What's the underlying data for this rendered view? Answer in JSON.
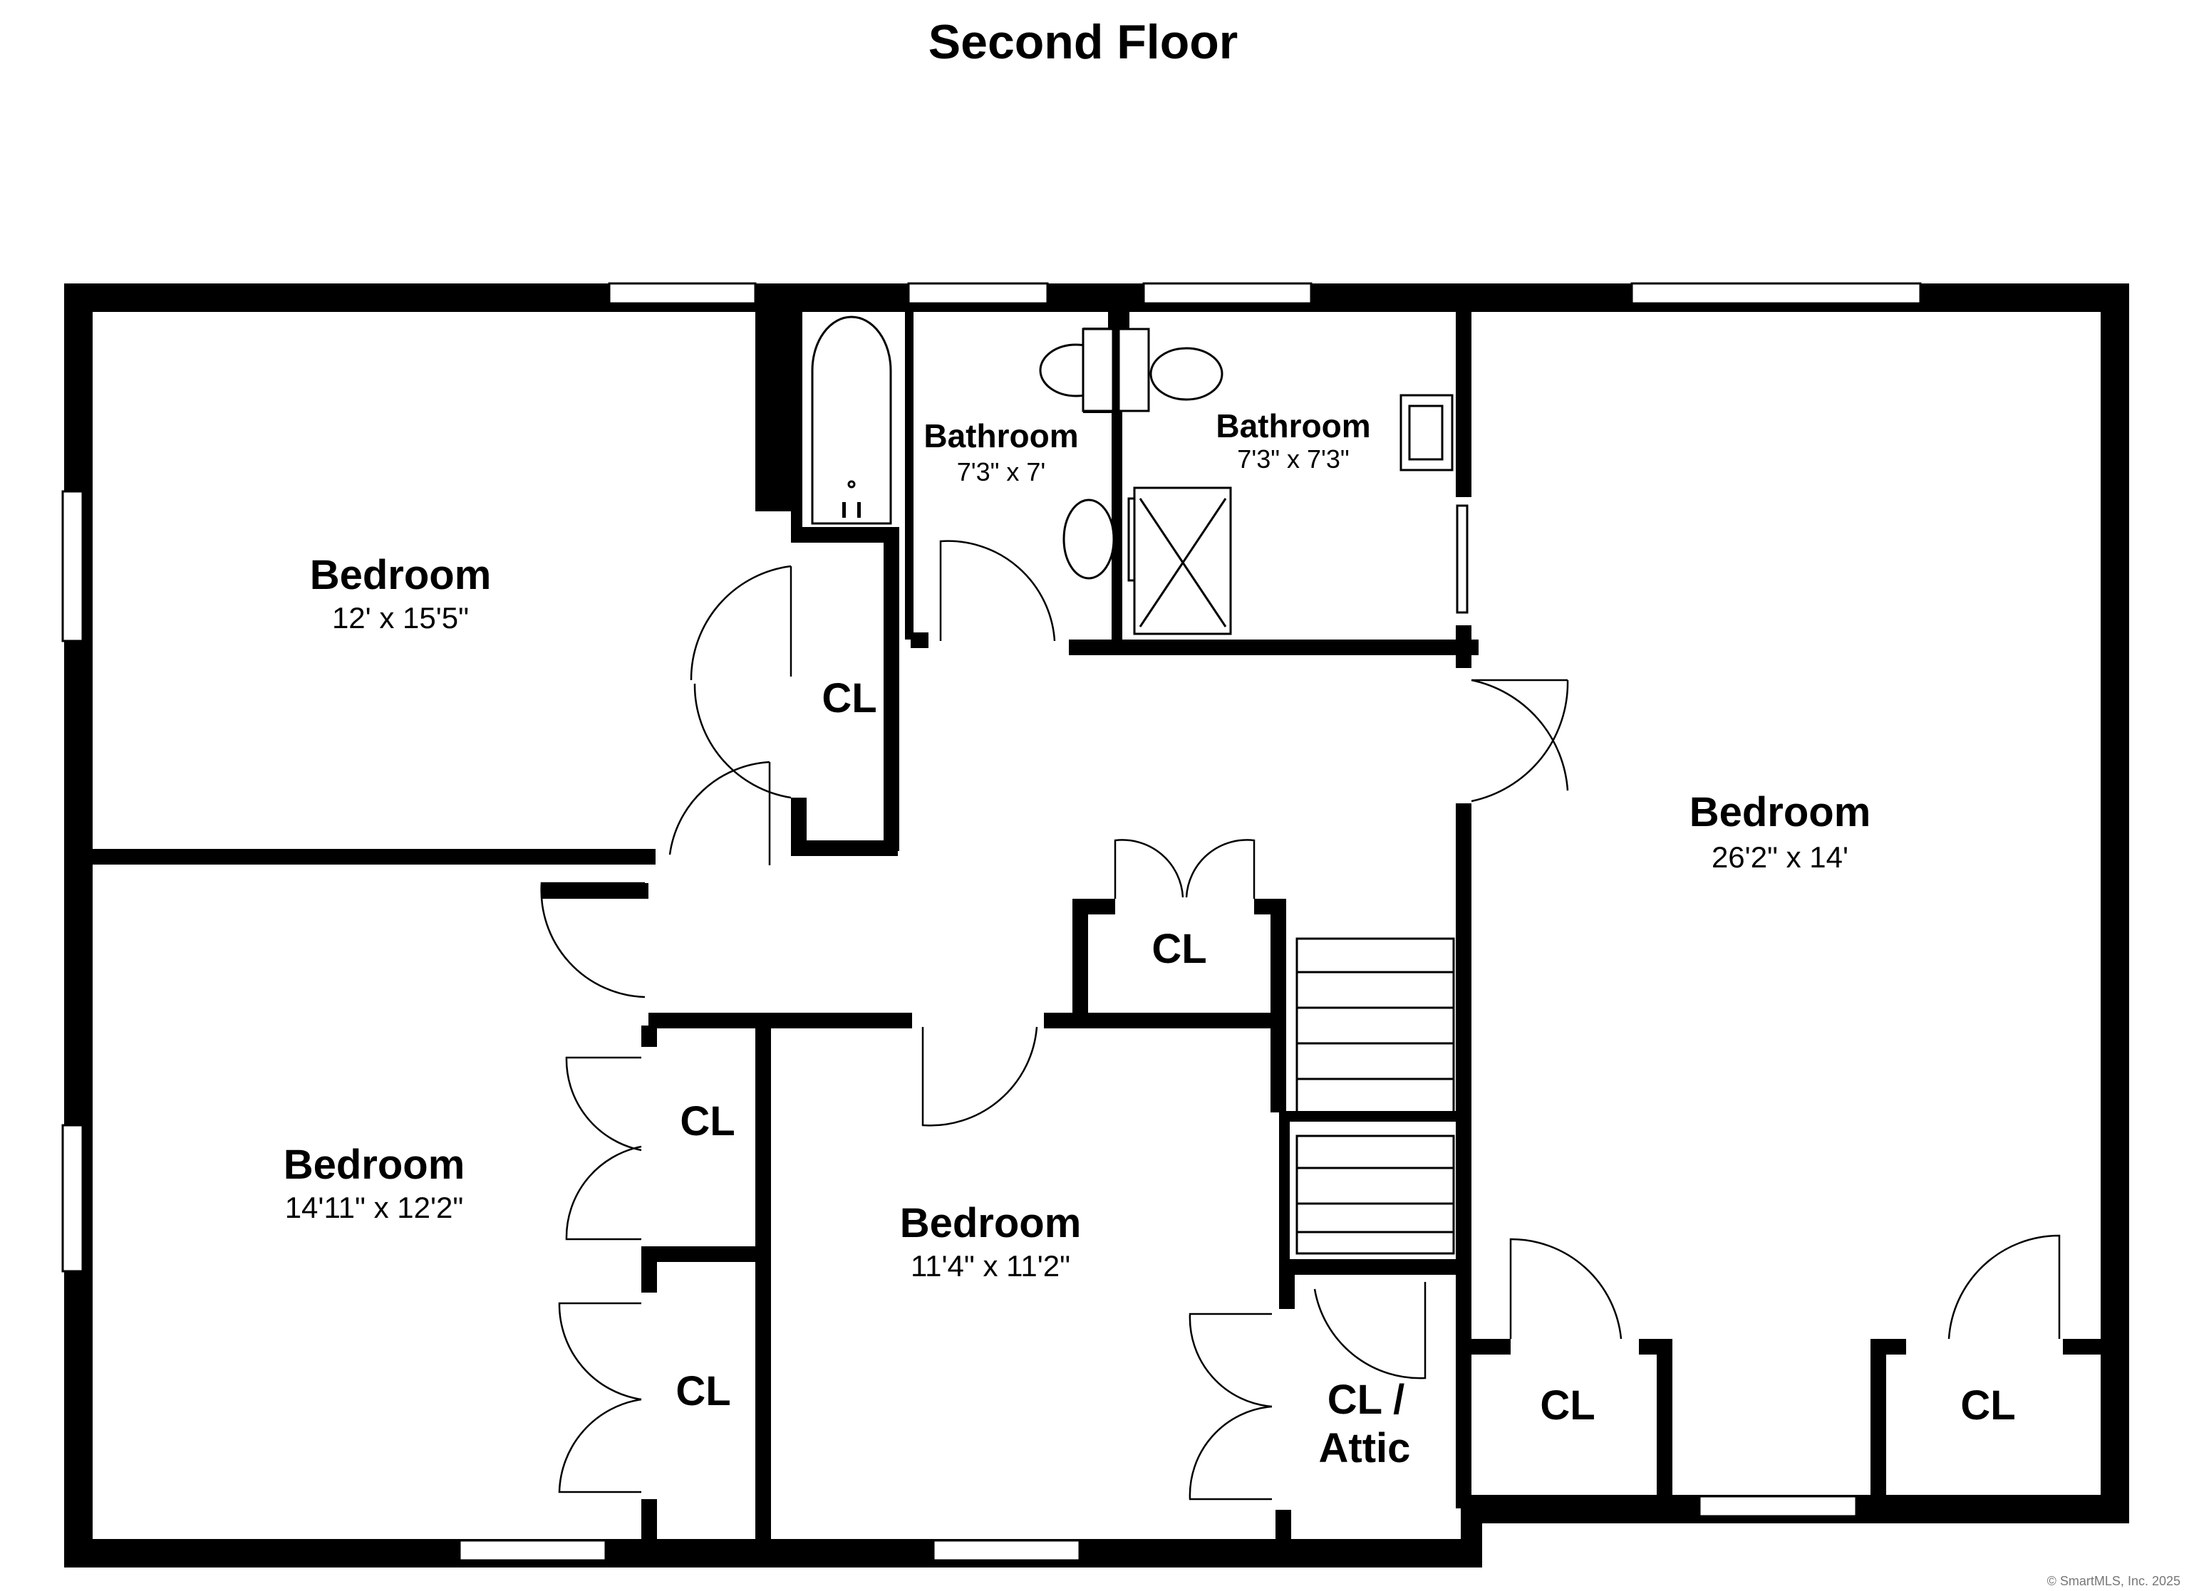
{
  "title": "Second Floor",
  "rooms": {
    "bedroom_nw": {
      "name": "Bedroom",
      "dim": "12' x 15'5\""
    },
    "bedroom_sw": {
      "name": "Bedroom",
      "dim": "14'11\" x 12'2\""
    },
    "bedroom_center": {
      "name": "Bedroom",
      "dim": "11'4\" x 11'2\""
    },
    "bedroom_east": {
      "name": "Bedroom",
      "dim": "26'2\" x 14'"
    },
    "bathroom_1": {
      "name": "Bathroom",
      "dim": "7'3\" x 7'"
    },
    "bathroom_2": {
      "name": "Bathroom",
      "dim": "7'3\" x 7'3\""
    }
  },
  "closets": {
    "cl_north": "CL",
    "cl_hall": "CL",
    "cl_sw_upper": "CL",
    "cl_sw_lower": "CL",
    "cl_attic_line1": "CL /",
    "cl_attic_line2": "Attic",
    "cl_east_left": "CL",
    "cl_east_right": "CL"
  },
  "credit": "© SmartMLS, Inc. 2025"
}
